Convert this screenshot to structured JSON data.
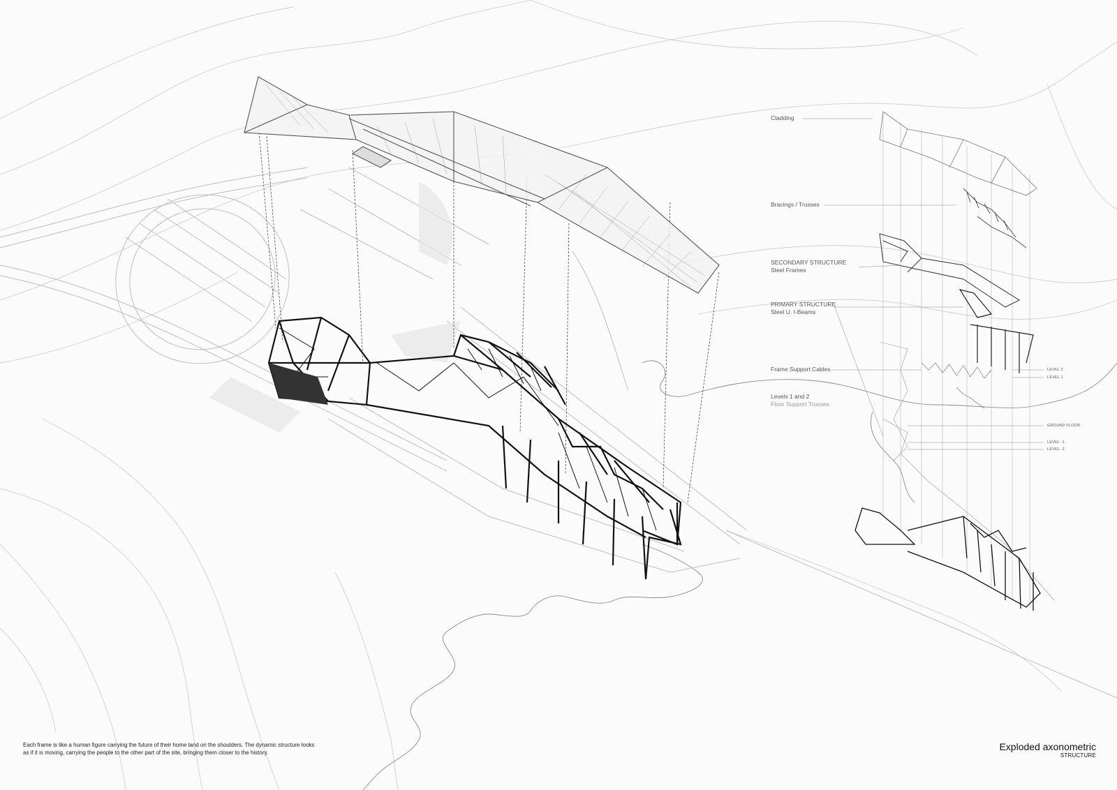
{
  "labels": {
    "cladding": "Cladding",
    "bracings": "Bracings / Trusses",
    "secondary_title": "SECONDARY STRUCTURE",
    "secondary_sub": "Steel Frames",
    "primary_title": "PRIMARY STRUCTURE",
    "primary_sub": "Steel U. I-Beams",
    "cables": "Frame Support Cables",
    "floors_title": "Levels 1 and 2",
    "floors_sub": "Floor Support Trusses"
  },
  "levels": {
    "level2": "LEVEL 2",
    "level1": "LEVEL 1",
    "ground": "GROUND FLOOR",
    "level_m1": "LEVEL -1",
    "level_m2": "LEVEL -2"
  },
  "caption": "Each frame is like a human figure carrying the future of their home land on the shoulders. The dynamic structure looks as if it is moving, carrying the people to the other part of the site, bringing them closer to the history.",
  "title": {
    "main": "Exploded axonometric",
    "sub": "STRUCTURE"
  },
  "colors": {
    "contour": "#c9c9c9",
    "structure": "#111111",
    "roof": "#555555"
  }
}
